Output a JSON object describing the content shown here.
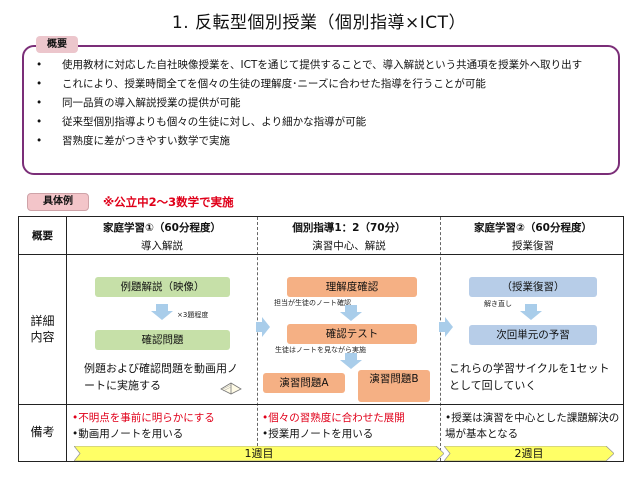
{
  "title": "1. 反転型個別授業（個別指導×ICT）",
  "summary": {
    "tag": "概要",
    "items": [
      "使用教材に対応した自社映像授業を、ICTを通じて提供することで、導入解説という共通項を授業外へ取り出す",
      "これにより、授業時間全てを個々の生徒の理解度･ニーズに合わせた指導を行うことが可能",
      "同一品質の導入解説授業の提供が可能",
      "従来型個別指導よりも個々の生徒に対し、より細かな指導が可能",
      "習熟度に差がつきやすい数学で実施"
    ]
  },
  "example": {
    "tag": "具体例",
    "note": "※公立中2〜3数学で実施"
  },
  "table": {
    "row_labels": {
      "overview": "概要",
      "detail": "詳細\n内容",
      "remarks": "備考"
    },
    "columns": [
      {
        "header": "家庭学習①（60分程度）",
        "subheader": "導入解説",
        "steps": [
          "例題解説（映像）",
          "確認問題"
        ],
        "annotation": "×3題程度",
        "description": "例題および確認問題を動画用ノートに実施する",
        "remarks": [
          "•不明点を事前に明らかにする",
          "•動画用ノートを用いる"
        ]
      },
      {
        "header": "個別指導1：2（70分）",
        "subheader": "演習中心、解説",
        "steps": [
          "理解度確認",
          "確認テスト",
          "演習問題A",
          "演習問題B"
        ],
        "annotations": [
          "担当が生徒のノート確認",
          "生徒はノートを見ながら実施"
        ],
        "remarks": [
          "•個々の習熟度に合わせた展開",
          "•授業用ノートを用いる"
        ]
      },
      {
        "header": "家庭学習②（60分程度）",
        "subheader": "授業復習",
        "steps": [
          "（授業復習）",
          "次回単元の予習"
        ],
        "annotation": "解き直し",
        "description": "これらの学習サイクルを1セットとして回していく",
        "remarks": [
          "•授業は演習を中心とした課題解決の場が基本となる"
        ]
      }
    ],
    "weeks": [
      "1週目",
      "2週目"
    ]
  },
  "colors": {
    "summary_border": "#7b2e78",
    "summary_tag_bg": "#ecc6cc",
    "example_note": "#e0001a",
    "step_orange": "#f5b084",
    "step_green": "#c6e0a8",
    "step_blue": "#b7cde8",
    "week_bar": "#ffff66"
  },
  "icons": [
    "down-arrow-icon",
    "right-arrow-icon",
    "notebook-icon"
  ]
}
